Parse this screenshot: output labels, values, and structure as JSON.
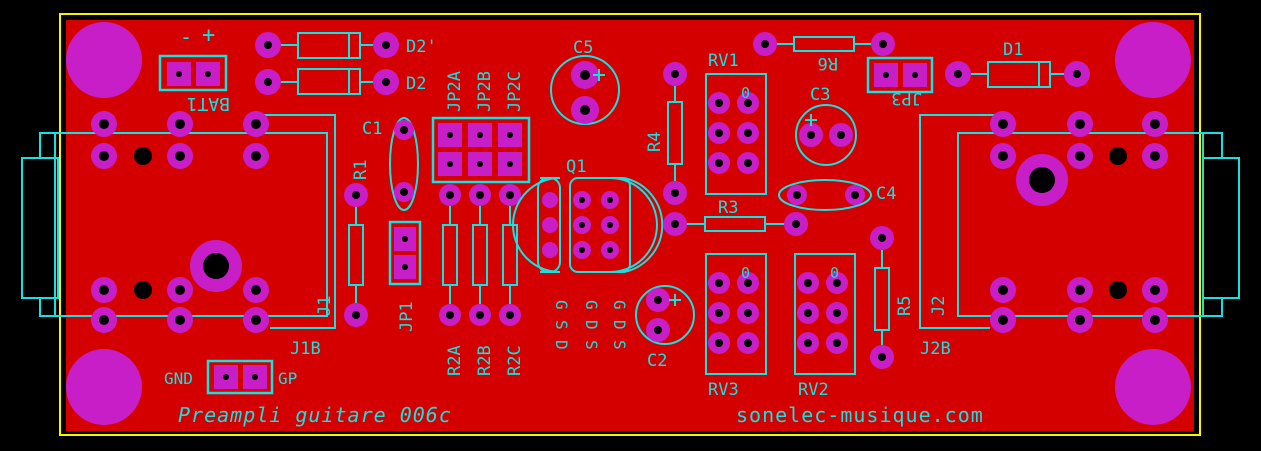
{
  "board": {
    "title": "Preampli guitare 006c",
    "website": "sonelec-musique.com",
    "colors": {
      "copper": "#d40000",
      "pad": "#c81ec8",
      "silk": "#16e0e0",
      "outline": "#f5f500",
      "background": "#000000"
    }
  },
  "labels": {
    "bat1": "BAT1",
    "bat_minus": "-",
    "bat_plus": "+",
    "d2p": "D2'",
    "d2": "D2",
    "d1": "D1",
    "c1": "C1",
    "c2": "C2",
    "c3": "C3",
    "c4": "C4",
    "c5": "C5",
    "r1": "R1",
    "r3": "R3",
    "r4": "R4",
    "r5": "R5",
    "r6": "R6",
    "r2a": "R2A",
    "r2b": "R2B",
    "r2c": "R2C",
    "jp1": "JP1",
    "jp2a": "JP2A",
    "jp2b": "JP2B",
    "jp2c": "JP2C",
    "jp3": "JP3",
    "q1": "Q1",
    "rv1": "RV1",
    "rv2": "RV2",
    "rv3": "RV3",
    "j1": "J1",
    "j1b": "J1B",
    "j2": "J2",
    "j2b": "J2B",
    "gnd": "GND",
    "gp": "GP",
    "pin_d": "D",
    "pin_s": "S",
    "pin_g": "G",
    "rv_zero": "0"
  }
}
